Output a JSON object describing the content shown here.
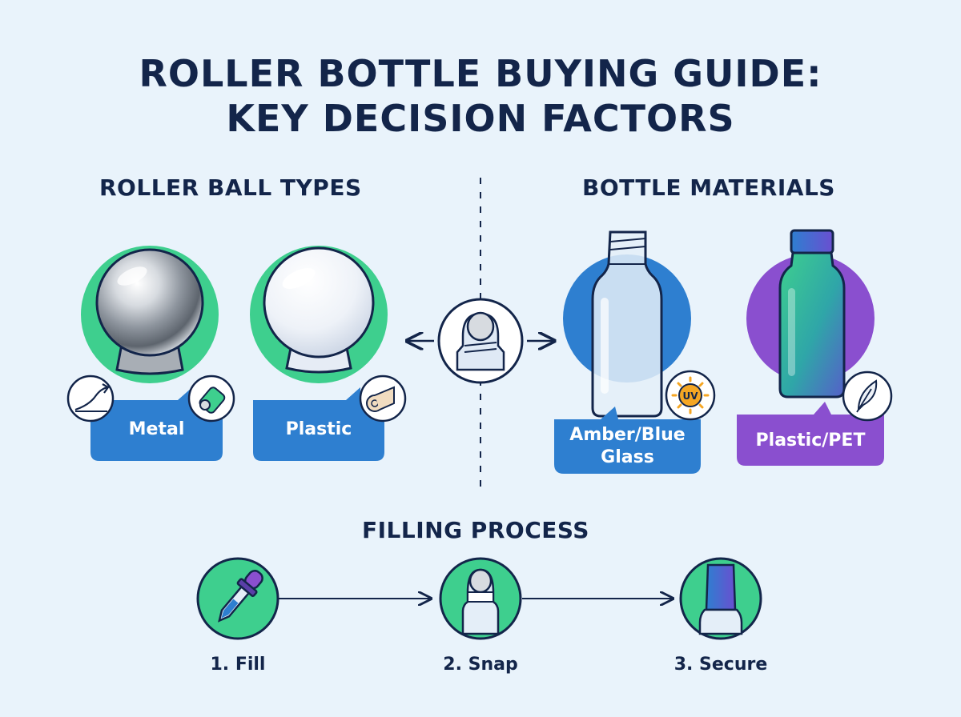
{
  "title": {
    "line1": "ROLLER BOTTLE BUYING GUIDE:",
    "line2": "KEY DECISION FACTORS"
  },
  "sections": {
    "roller_ball_types": {
      "heading": "ROLLER BALL TYPES",
      "items": [
        {
          "label": "Metal",
          "icons": [
            "smooth-glide-curve-icon",
            "roller-cap-icon"
          ]
        },
        {
          "label": "Plastic",
          "icons": [
            "fabric-roll-icon"
          ]
        }
      ]
    },
    "bottle_materials": {
      "heading": "BOTTLE MATERIALS",
      "items": [
        {
          "label_line1": "Amber/Blue",
          "label_line2": "Glass",
          "badge": "UV",
          "icon": "uv-sun-icon"
        },
        {
          "label": "Plastic/PET",
          "icon": "feather-lightweight-icon"
        }
      ]
    },
    "filling_process": {
      "heading": "FILLING PROCESS",
      "steps": [
        {
          "label": "1. Fill",
          "icon": "dropper-icon"
        },
        {
          "label": "2. Snap",
          "icon": "roller-top-icon"
        },
        {
          "label": "3. Secure",
          "icon": "capped-bottle-icon"
        }
      ]
    }
  },
  "colors": {
    "navy": "#13254a",
    "green": "#3ecf8e",
    "blue": "#2e7fd0",
    "purple": "#8a4fcf",
    "background": "#e9f3fb"
  }
}
